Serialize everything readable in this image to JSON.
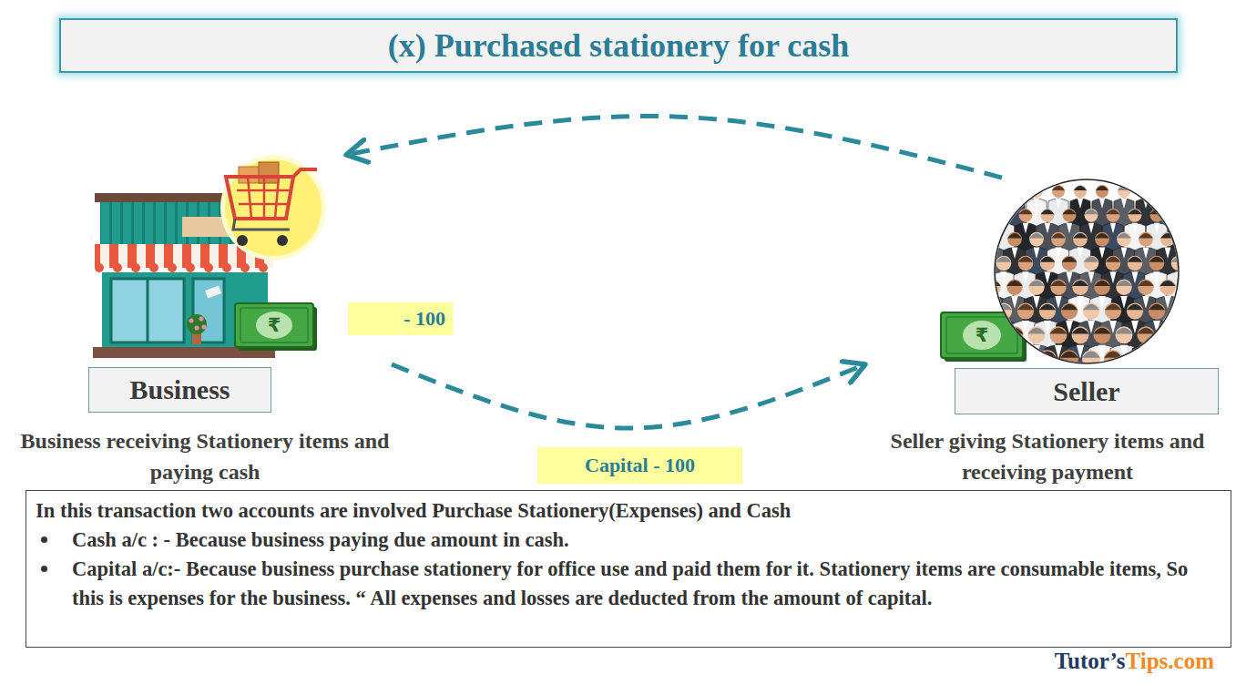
{
  "diagram": {
    "title": "(x) Purchased stationery for cash",
    "nodes": [
      {
        "text": [
          "Business",
          "Business receiving Stationery items and paying cash"
        ]
      },
      {
        "text": [
          "- 100"
        ]
      },
      {
        "text": [
          "Seller",
          "Seller giving Stationery items and receiving payment"
        ]
      },
      {
        "text": [
          "Capital - 100"
        ]
      },
      {
        "text": [
          "In this transaction two accounts are involved Purchase Stationery(Expenses) and Cash",
          "Cash a/c : - Because business paying due amount in cash.",
          "Capital a/c:- Because business purchase stationery for office use and paid them for it. Stationery items are consumable items, So this is expenses for the business. “ All expenses and losses are deducted from the amount of capital."
        ]
      }
    ],
    "edges": [
      {
        "from": 2,
        "to": 0,
        "arrow": "to"
      },
      {
        "from": 0,
        "to": 2,
        "arrow": "to"
      }
    ],
    "labels": [
      "₹",
      "₹",
      "Tutor’s",
      "Tips.com"
    ]
  }
}
